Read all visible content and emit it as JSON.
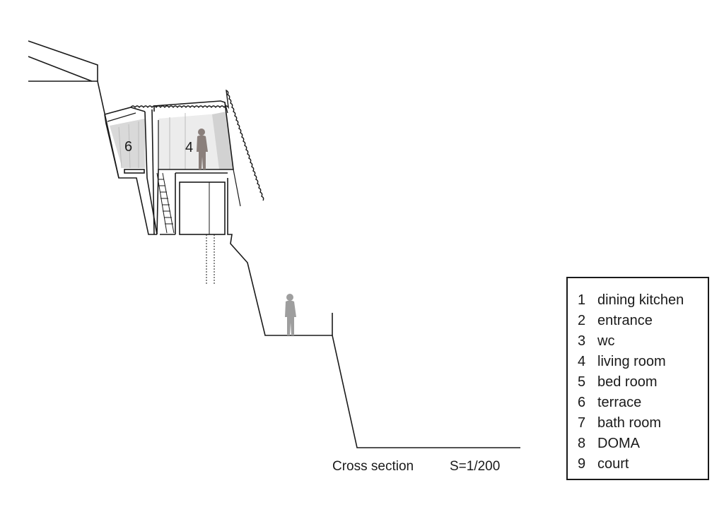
{
  "rooms_shown": {
    "terrace": "6",
    "living_room": "4"
  },
  "caption": {
    "title": "Cross section",
    "scale": "S=1/200"
  },
  "legend": {
    "items": [
      {
        "num": "1",
        "label": "dining kitchen"
      },
      {
        "num": "2",
        "label": "entrance"
      },
      {
        "num": "3",
        "label": "wc"
      },
      {
        "num": "4",
        "label": "living room"
      },
      {
        "num": "5",
        "label": "bed room"
      },
      {
        "num": "6",
        "label": "terrace"
      },
      {
        "num": "7",
        "label": "bath room"
      },
      {
        "num": "8",
        "label": "DOMA"
      },
      {
        "num": "9",
        "label": "court"
      }
    ]
  },
  "colors": {
    "line": "#1a1a1a",
    "fill_gray": "#d9d9d9",
    "figure_dark": "#8a7f7b",
    "figure_light": "#9e9e9e"
  }
}
